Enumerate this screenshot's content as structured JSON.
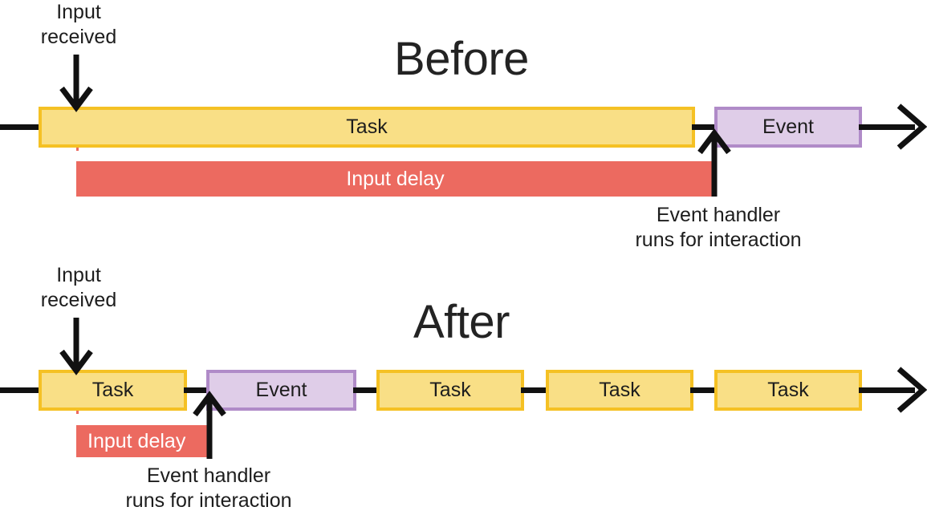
{
  "diagram": {
    "title_before": "Before",
    "title_after": "After",
    "labels": {
      "input_received": "Input\nreceived",
      "input_delay": "Input delay",
      "event_handler": "Event handler\nruns for interaction",
      "task": "Task",
      "event": "Event"
    },
    "colors": {
      "task_fill": "#F9DF86",
      "task_border": "#F5C124",
      "event_fill": "#DFCDE8",
      "event_border": "#B08BC8",
      "delay_fill": "#EC6A60",
      "axis": "#111111",
      "text": "#1d1d1d"
    },
    "before": {
      "title": "Before",
      "input_received_label": "Input\nreceived",
      "blocks": [
        {
          "type": "task",
          "label": "Task"
        },
        {
          "type": "event",
          "label": "Event"
        }
      ],
      "delay_label": "Input delay",
      "handler_label": "Event handler\nruns for interaction"
    },
    "after": {
      "title": "After",
      "input_received_label": "Input\nreceived",
      "blocks": [
        {
          "type": "task",
          "label": "Task"
        },
        {
          "type": "event",
          "label": "Event"
        },
        {
          "type": "task",
          "label": "Task"
        },
        {
          "type": "task",
          "label": "Task"
        },
        {
          "type": "task",
          "label": "Task"
        }
      ],
      "delay_label": "Input delay",
      "handler_label": "Event handler\nruns for interaction"
    }
  }
}
